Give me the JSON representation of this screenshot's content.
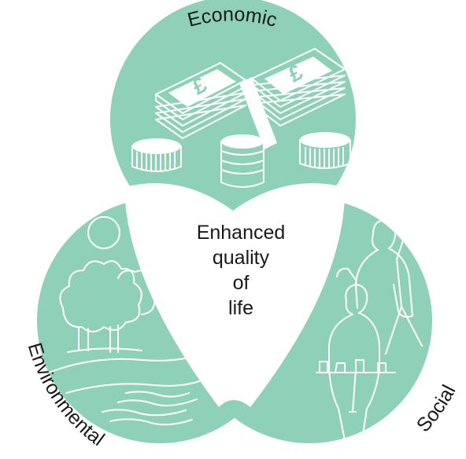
{
  "colors": {
    "circle_fill": "#8fd0b9",
    "center_fill": "#ffffff",
    "line_art": "#ffffff",
    "text": "#1a1a1a"
  },
  "circles": {
    "top_label": "Economic",
    "left_label": "Environmental",
    "right_label": "Social"
  },
  "center": {
    "lines": [
      "Enhanced",
      "quality",
      "of",
      "life"
    ]
  },
  "illustrations": {
    "economic": [
      "banknote-stack-icon",
      "coin-stack-icon"
    ],
    "environmental": [
      "sun-icon",
      "cloud-icon",
      "tree-icon",
      "river-icon"
    ],
    "social": [
      "people-silhouette-icon",
      "walking-person-icon",
      "tray-icon",
      "walking-stick-icon"
    ]
  }
}
